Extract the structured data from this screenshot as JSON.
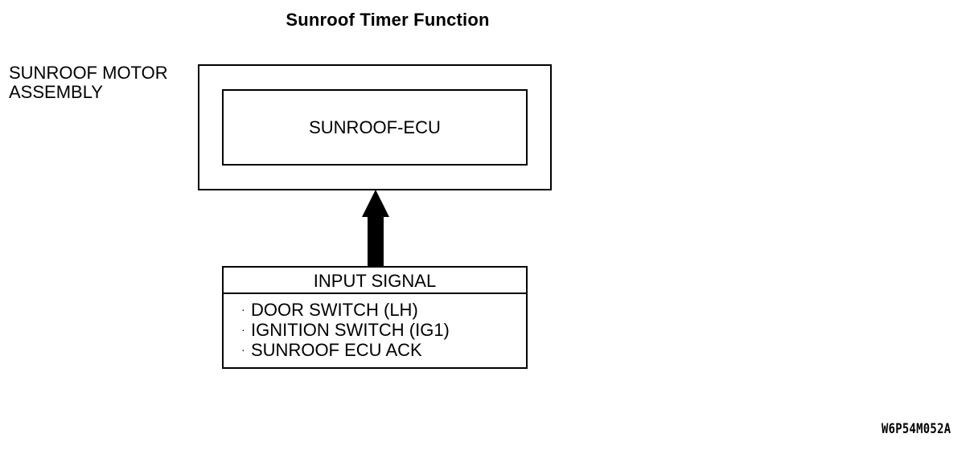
{
  "title": "Sunroof Timer Function",
  "motor_assembly": {
    "label_lines": [
      "SUNROOF MOTOR",
      "ASSEMBLY"
    ]
  },
  "ecu": {
    "label": "SUNROOF-ECU"
  },
  "input_signal": {
    "header": "INPUT SIGNAL",
    "bullet": "·",
    "items": [
      "DOOR SWITCH (LH)",
      "IGNITION SWITCH (IG1)",
      "SUNROOF ECU ACK"
    ]
  },
  "figure_code": "W6P54M052A",
  "colors": {
    "line": "#000000",
    "background": "#ffffff"
  }
}
